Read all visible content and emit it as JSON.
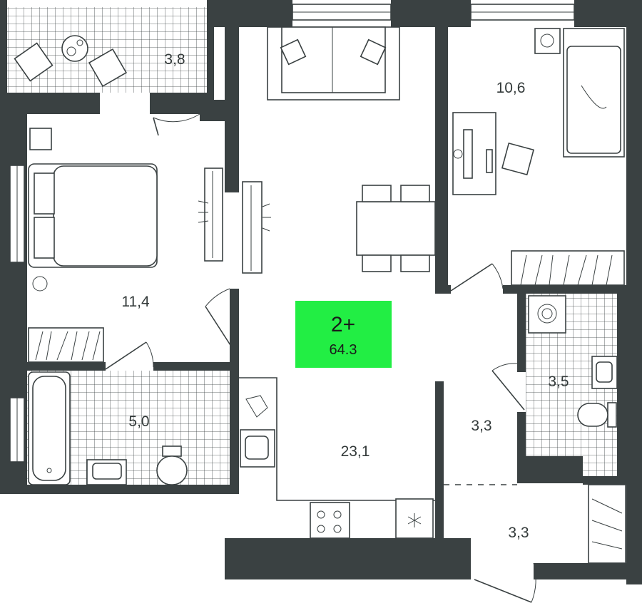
{
  "rooms": {
    "balcony": "3,8",
    "bedroom": "11,4",
    "bathroom": "5,0",
    "living": "23,1",
    "bedroom2": "10,6",
    "wc": "3,5",
    "hall1": "3,3",
    "hall2": "3,3"
  },
  "badge": {
    "type": "2+",
    "area": "64.3",
    "color": "#22ee44"
  },
  "colors": {
    "wall": "#3a4142",
    "background": "#ffffff"
  }
}
